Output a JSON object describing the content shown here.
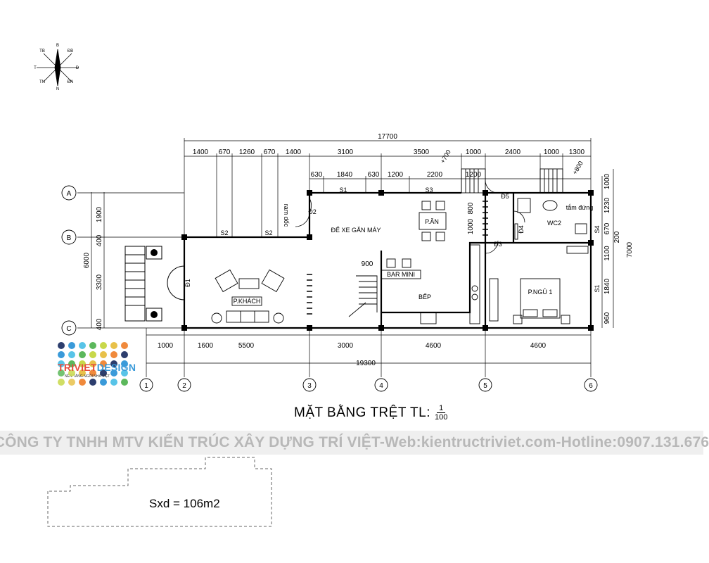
{
  "compass": {
    "labels": [
      "TB",
      "B",
      "ĐB",
      "Đ",
      "ĐN",
      "N",
      "TN",
      "T"
    ]
  },
  "dimensions": {
    "top_total": "17700",
    "top_row": [
      "1400",
      "670",
      "1260",
      "670",
      "1400",
      "3100",
      "3500",
      "1000",
      "2400",
      "1000",
      "1300"
    ],
    "top_row2": [
      "630",
      "1840",
      "630",
      "1200",
      "2200",
      "1200"
    ],
    "bottom_row": [
      "1000",
      "1600",
      "5500",
      "3000",
      "4600",
      "4600"
    ],
    "bottom_total": "19300",
    "left_outer": "6000",
    "left_inner": [
      "1900",
      "400",
      "3300",
      "400"
    ],
    "right_inner": [
      "1000",
      "1230",
      "670",
      "1100",
      "1840",
      "960"
    ],
    "right_mid": "200",
    "right_outer": "7000",
    "misc": [
      "800",
      "1000",
      "900"
    ]
  },
  "grid_rows": [
    "A",
    "B",
    "C"
  ],
  "grid_cols": [
    "1",
    "2",
    "3",
    "4",
    "5",
    "6"
  ],
  "rooms": {
    "garage": "ĐỂ XE GẮN MÁY",
    "dining": "P.ĂN",
    "living": "P.KHÁCH",
    "bar": "BAR MINI",
    "kitchen": "BẾP",
    "bedroom": "P.NGỦ 1",
    "wc": "WC2",
    "ramp": "ram dốc",
    "shower": "tắm đứng"
  },
  "openings": [
    "S1",
    "S3",
    "S2",
    "S2",
    "S1",
    "S4",
    "Đ1",
    "Đ2",
    "Đ3",
    "Đ4",
    "Đ5"
  ],
  "stair_labels": [
    "+700",
    "+800"
  ],
  "title": {
    "text": "MẶT BẰNG TRỆT TL:",
    "scale_num": "1",
    "scale_den": "100"
  },
  "watermark": "CÔNG TY TNHH MTV KIẾN TRÚC XÂY DỰNG TRÍ VIỆT-Web:kientructriviet.com-Hotline:0907.131.676",
  "logo": {
    "brand_a": "TRIVIET",
    "brand_b": "DESIGN",
    "tagline": "NỀN TẢNG NGÔI NHÀ VIỆT",
    "colors": [
      "#2d3e6e",
      "#3a9ad9",
      "#58c4e8",
      "#5cb85c",
      "#c8d84a",
      "#e8c14a",
      "#f08a3c"
    ]
  },
  "area_label": "Sxd = 106m2"
}
